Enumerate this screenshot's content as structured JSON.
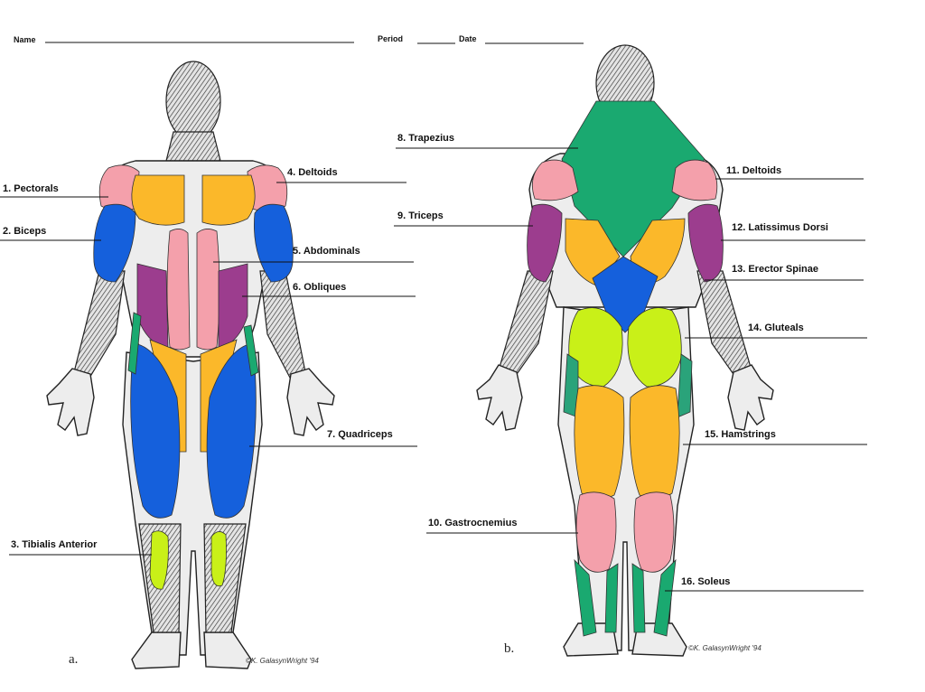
{
  "header": {
    "name_label": "Name",
    "period_label": "Period",
    "date_label": "Date"
  },
  "colors": {
    "pink": "#f4a0ab",
    "orange": "#fbb82a",
    "blue": "#1560dc",
    "purple": "#9c3d8e",
    "green": "#1aa970",
    "lime": "#c9f018",
    "teal": "#2aa37a"
  },
  "front": {
    "figure_letter": "a.",
    "copyright": "©K. GalasynWright '94",
    "labels": {
      "pectorals": "1. Pectorals",
      "biceps": "2. Biceps",
      "tibialis": "3. Tibialis Anterior",
      "deltoids": "4. Deltoids",
      "abdominals": "5. Abdominals",
      "obliques": "6. Obliques",
      "quadriceps": "7. Quadriceps"
    }
  },
  "back": {
    "figure_letter": "b.",
    "copyright": "©K. GalasynWright '94",
    "labels": {
      "trapezius": "8. Trapezius",
      "triceps": "9. Triceps",
      "gastrocnemius": "10. Gastrocnemius",
      "deltoids": "11. Deltoids",
      "latissimus": "12. Latissimus Dorsi",
      "erector": "13. Erector Spinae",
      "gluteals": "14. Gluteals",
      "hamstrings": "15. Hamstrings",
      "soleus": "16. Soleus"
    }
  }
}
